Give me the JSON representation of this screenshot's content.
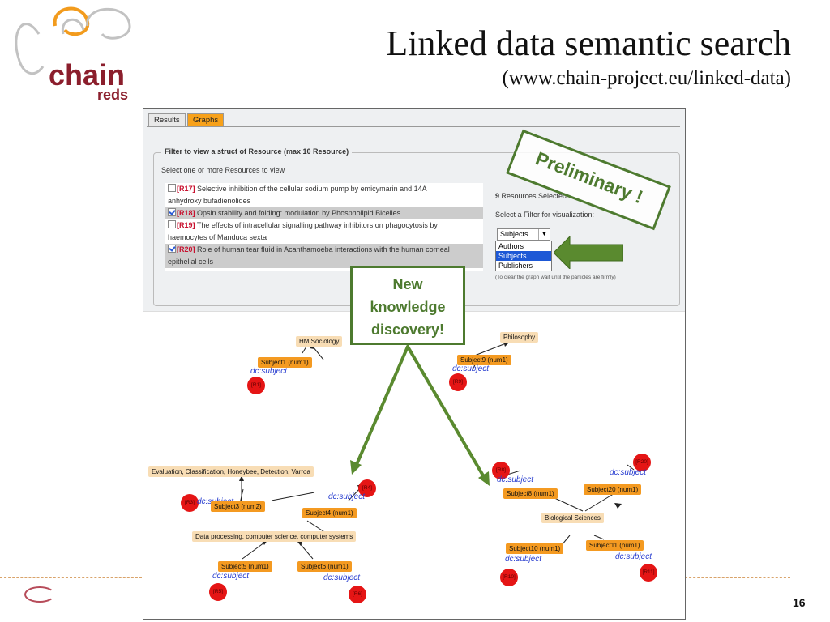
{
  "slide": {
    "title": "Linked data semantic search",
    "subtitle": "(www.chain-project.eu/linked-data)",
    "page_number": "16"
  },
  "logo": {
    "word1": "chain",
    "word2": "reds",
    "primary_color": "#8b1e2c",
    "accent_color": "#f29b1d"
  },
  "app": {
    "tabs": [
      {
        "label": "Results"
      },
      {
        "label": "Graphs",
        "active": true
      }
    ],
    "filter_legend": "Filter to view a struct of Resource (max 10 Resource)",
    "select_instruction": "Select one or more Resources to view",
    "resources": [
      {
        "line1_id": "[R17]",
        "line1_text": " Selective inhibition of the cellular sodium pump by emicymarin and 14A",
        "line2": "anhydroxy bufadienolides",
        "checked": false
      },
      {
        "line1_id": "[R18]",
        "line1_text": " Opsin stability and folding: modulation by Phospholipid Bicelles",
        "checked": true
      },
      {
        "line1_id": "[R19]",
        "line1_text": " The effects of intracellular signalling pathway inhibitors on phagocytosis by",
        "line2": "haemocytes of Manduca sexta",
        "checked": false
      },
      {
        "line1_id": "[R20]",
        "line1_text": " Role of human tear fluid in Acanthamoeba interactions with the human corneal",
        "line2": "epithelial cells",
        "checked": true
      }
    ],
    "selected_count": "9",
    "selected_count_suffix": " Resources Selected",
    "filter_instruction": "Select a Filter for visualization:",
    "filter_selected": "Subjects",
    "filter_options": [
      "Authors",
      "Subjects",
      "Publishers"
    ],
    "clear_note": "(To clear the graph wait until the particles are firmly)"
  },
  "graph": {
    "literals": {
      "hm_sociology": "HM Sociology",
      "philosophy": "Philosophy",
      "evaluation": "Evaluation, Classification, Honeybee, Detection, Varroa",
      "data_processing": "Data processing, computer science, computer systems",
      "biological_sciences": "Biological Sciences"
    },
    "subjects": {
      "subject1": "Subject1 (num1)",
      "subject9": "Subject9 (num1)",
      "subject3": "Subject3 (num2)",
      "subject4": "Subject4 (num1)",
      "subject5": "Subject5 (num1)",
      "subject6": "Subject6 (num1)",
      "subject8": "Subject8 (num1)",
      "subject20": "Subject20 (num1)",
      "subject10": "Subject10 (num1)",
      "subject11": "Subject11 (num1)"
    },
    "resources": {
      "r1": "[R1]",
      "r9": "[R9]",
      "r3": "[R3]",
      "r4": "[R4]",
      "r5": "[R5]",
      "r6": "[R6]",
      "r8": "[R8]",
      "r20": "[R20]",
      "r10": "[R10]",
      "r11": "[R11]"
    },
    "predicate": "dc:subject"
  },
  "annotations": {
    "stamp": "Preliminary !",
    "callout_line1": "New",
    "callout_line2": "knowledge",
    "callout_line3": "discovery!",
    "accent_color": "#4d7a2f"
  }
}
